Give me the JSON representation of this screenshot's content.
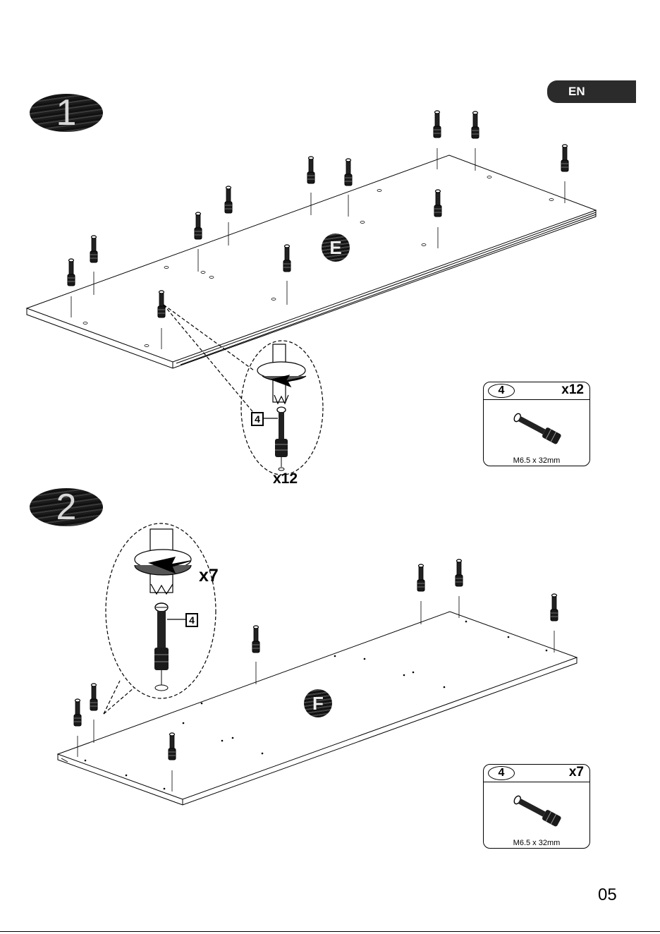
{
  "language_tab": "EN",
  "steps": [
    {
      "number": "1",
      "panel_label": "E",
      "zoom_quantity": "x12",
      "zoom_part_ref": "4",
      "hardware": {
        "part_number": "4",
        "quantity": "x12",
        "spec": "M6.5 x 32mm"
      }
    },
    {
      "number": "2",
      "panel_label": "F",
      "zoom_quantity": "x7",
      "zoom_part_ref": "4",
      "hardware": {
        "part_number": "4",
        "quantity": "x7",
        "spec": "M6.5 x 32mm"
      }
    }
  ],
  "page_number": "05"
}
